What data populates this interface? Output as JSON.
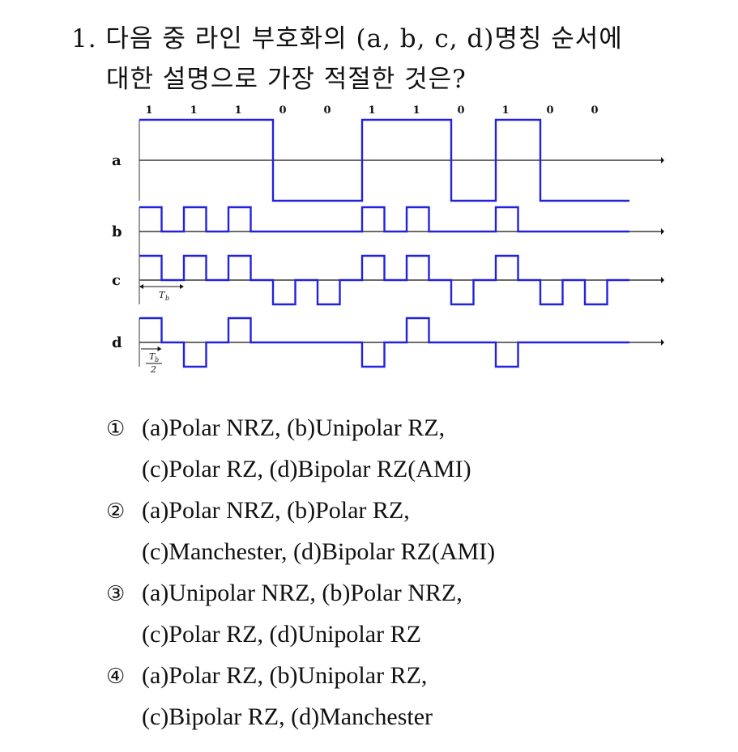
{
  "question": {
    "line1": "1. 다음 중 라인 부호화의 (a, b, c, d)명칭 순서에",
    "line2": "대한 설명으로 가장 적절한 것은?"
  },
  "figure": {
    "bits": [
      "1",
      "1",
      "1",
      "0",
      "0",
      "1",
      "1",
      "0",
      "1",
      "0",
      "0"
    ],
    "row_labels": [
      "a",
      "b",
      "c",
      "d"
    ],
    "tb_label": "T",
    "tb_sub": "b",
    "half_den": "2",
    "line_color": "#2222dd",
    "axis_color": "#111111"
  },
  "choices": [
    {
      "num": "①",
      "line1": "(a)Polar NRZ, (b)Unipolar RZ,",
      "line2": "(c)Polar RZ, (d)Bipolar RZ(AMI)"
    },
    {
      "num": "②",
      "line1": "(a)Polar NRZ, (b)Polar RZ,",
      "line2": "(c)Manchester, (d)Bipolar RZ(AMI)"
    },
    {
      "num": "③",
      "line1": "(a)Unipolar NRZ, (b)Polar NRZ,",
      "line2": "(c)Polar RZ, (d)Unipolar RZ"
    },
    {
      "num": "④",
      "line1": "(a)Polar RZ, (b)Unipolar RZ,",
      "line2": "(c)Bipolar RZ, (d)Manchester"
    }
  ]
}
